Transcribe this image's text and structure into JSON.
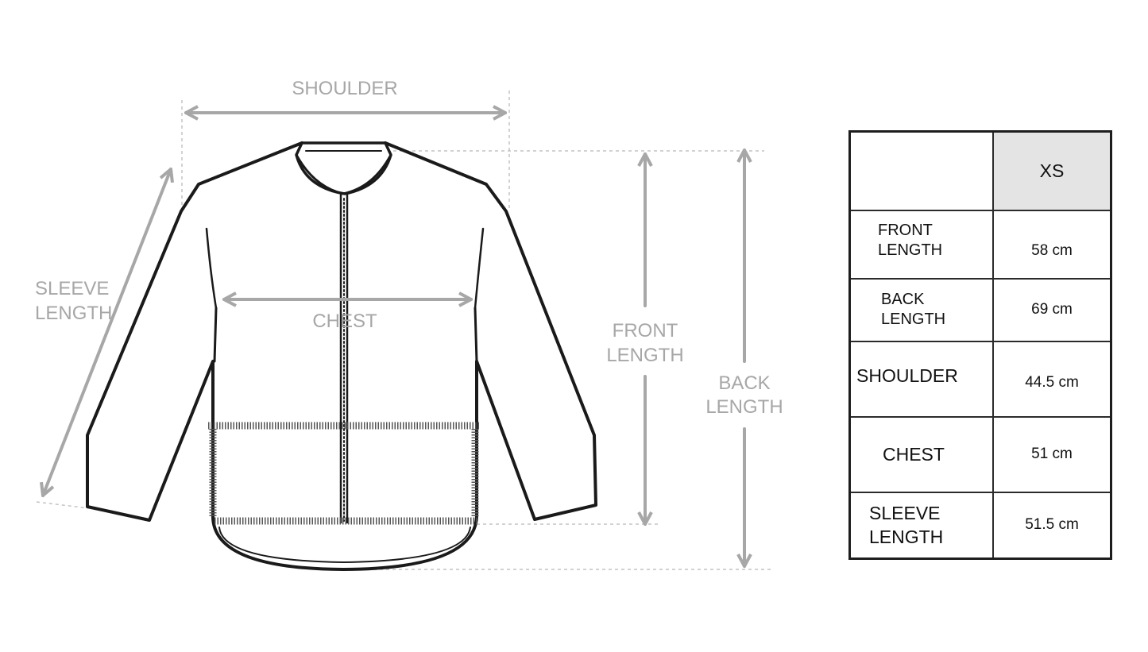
{
  "diagram": {
    "labels": {
      "shoulder": "SHOULDER",
      "sleeve_length": [
        "SLEEVE",
        "LENGTH"
      ],
      "chest": "CHEST",
      "front_length": [
        "FRONT",
        "LENGTH"
      ],
      "back_length": [
        "BACK",
        "LENGTH"
      ]
    },
    "colors": {
      "outline": "#1a1a1a",
      "measure": "#a7a7a7",
      "guide": "#c4c4c4"
    }
  },
  "size_table": {
    "size_header": "XS",
    "rows": [
      {
        "label": [
          "FRONT",
          "LENGTH"
        ],
        "value": "58 cm"
      },
      {
        "label": [
          "BACK",
          "LENGTH"
        ],
        "value": "69 cm"
      },
      {
        "label": [
          "SHOULDER"
        ],
        "value": "44.5 cm"
      },
      {
        "label": [
          "CHEST"
        ],
        "value": "51 cm"
      },
      {
        "label": [
          "SLEEVE",
          "LENGTH"
        ],
        "value": "51.5 cm"
      }
    ]
  }
}
